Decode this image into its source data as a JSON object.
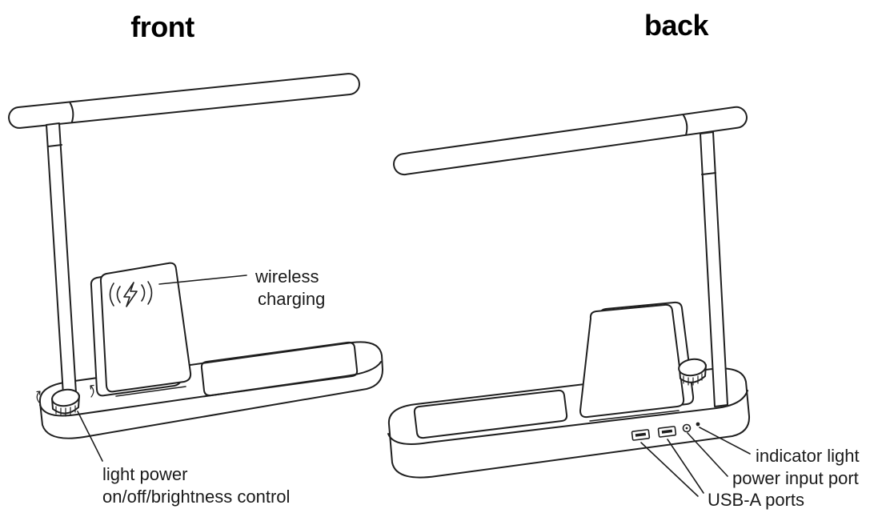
{
  "diagram": {
    "background_color": "#ffffff",
    "line_color": "#1f1f1f"
  },
  "front_view": {
    "title": "front",
    "labels": {
      "wireless_charging": {
        "line1": "wireless",
        "line2": "charging"
      },
      "light_power": {
        "line1": "light power",
        "line2": "on/off/brightness control"
      }
    }
  },
  "back_view": {
    "title": "back",
    "labels": {
      "indicator_light": "indicator light",
      "power_input_port": "power input port",
      "usb_a_ports": "USB-A ports"
    }
  },
  "icons": {
    "wireless_charging_symbol": "lightning-bolt-in-arcs"
  }
}
